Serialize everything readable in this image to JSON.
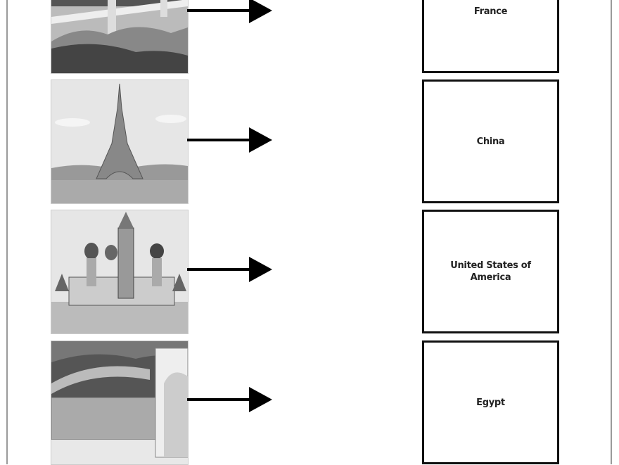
{
  "rows": [
    {
      "image": "golden-gate-bridge",
      "country": "France"
    },
    {
      "image": "eiffel-tower",
      "country": "China"
    },
    {
      "image": "st-basils-cathedral",
      "country": "United States of America"
    },
    {
      "image": "great-wall-of-china",
      "country": "Egypt"
    }
  ]
}
